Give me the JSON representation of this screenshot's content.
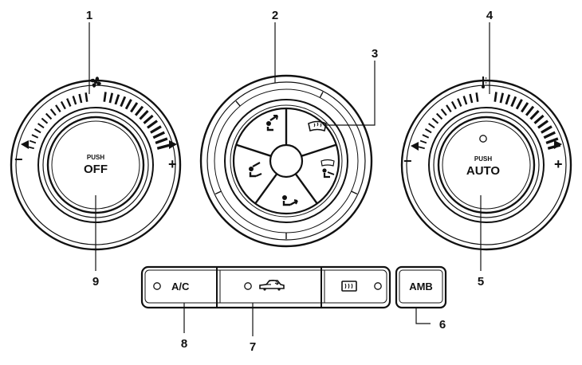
{
  "callouts": {
    "c1": "1",
    "c2": "2",
    "c3": "3",
    "c4": "4",
    "c5": "5",
    "c6": "6",
    "c7": "7",
    "c8": "8",
    "c9": "9"
  },
  "fan_knob": {
    "push_label": "PUSH",
    "main_label": "OFF",
    "minus": "−",
    "plus": "+",
    "icon": "fan-icon"
  },
  "mode_dial": {
    "icons": [
      "vent-face-icon",
      "windshield-defrost-icon",
      "defrost-floor-icon",
      "floor-icon",
      "face-floor-icon"
    ]
  },
  "temp_knob": {
    "push_label": "PUSH",
    "main_label": "AUTO",
    "minus": "−",
    "plus": "+",
    "icon": "thermometer-icon"
  },
  "button_bar": {
    "ac_label": "A/C",
    "recirc_icon": "recirculation-car-icon",
    "rear_defrost_icon": "rear-defrost-icon",
    "amb_label": "AMB"
  },
  "colors": {
    "ink": "#111111",
    "background": "#ffffff"
  }
}
